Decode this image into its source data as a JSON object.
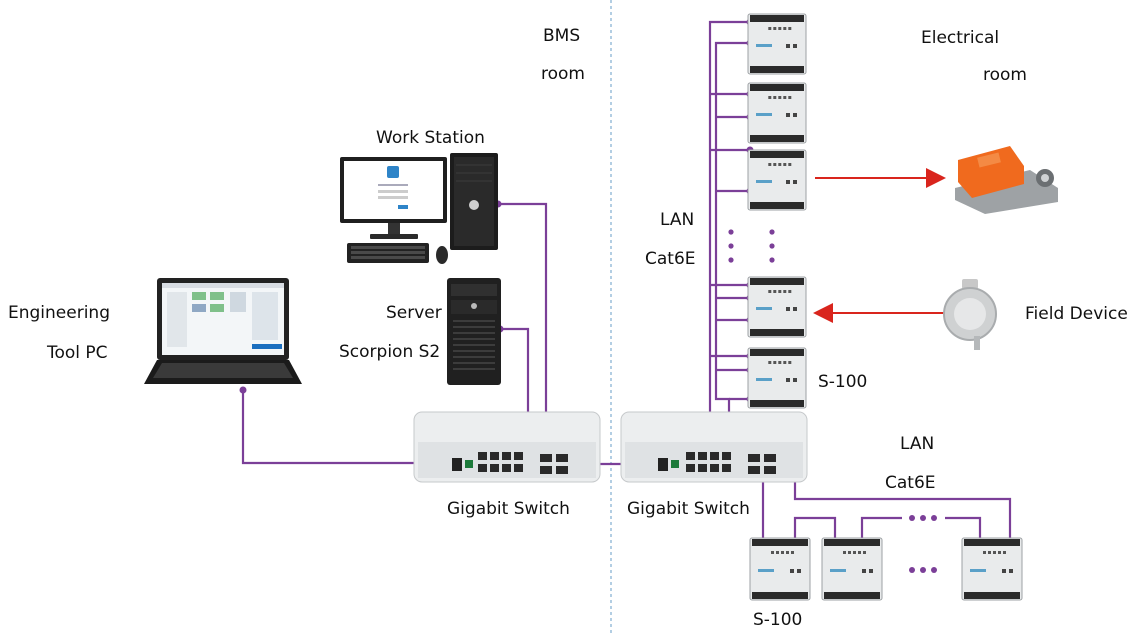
{
  "labels": {
    "bms_line1": "BMS",
    "bms_line2": "room",
    "electrical_line1": "Electrical",
    "electrical_line2": "room",
    "work_station": "Work Station",
    "engineering_line1": "Engineering",
    "engineering_line2": "Tool PC",
    "server_line1": "Server",
    "server_line2": "Scorpion S2",
    "lan_upper_line1": "LAN",
    "lan_upper_line2": "Cat6E",
    "field_device": "Field Device",
    "s100_right": "S-100",
    "lan_lower_line1": "LAN",
    "lan_lower_line2": "Cat6E",
    "switch_left": "Gigabit Switch",
    "switch_right": "Gigabit Switch",
    "s100_bottom": "S-100"
  },
  "colors": {
    "cable": "#7b3f98",
    "arrow": "#d9251d",
    "divider": "#8ab4d4",
    "actuator": "#f06a1e"
  }
}
